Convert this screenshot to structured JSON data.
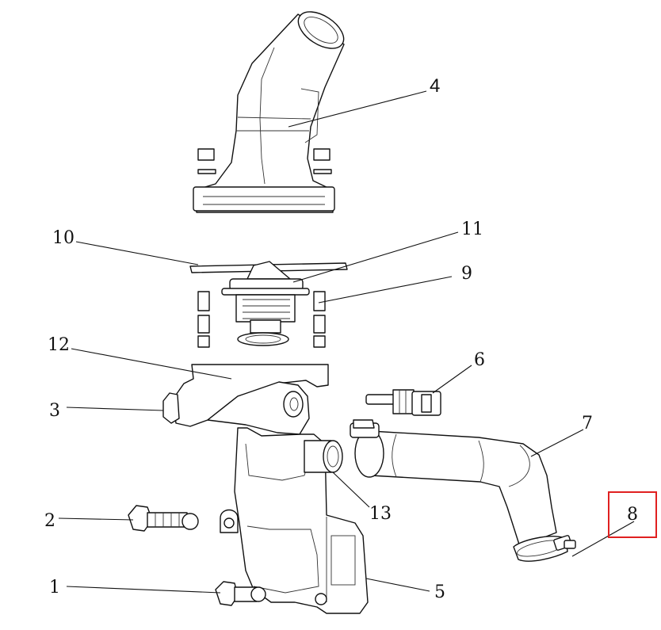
{
  "callouts": {
    "c1": "1",
    "c2": "2",
    "c3": "3",
    "c4": "4",
    "c5": "5",
    "c6": "6",
    "c7": "7",
    "c8": "8",
    "c9": "9",
    "c10": "10",
    "c11": "11",
    "c12": "12",
    "c13": "13"
  },
  "highlight": {
    "target": "8",
    "color": "#e02020"
  }
}
